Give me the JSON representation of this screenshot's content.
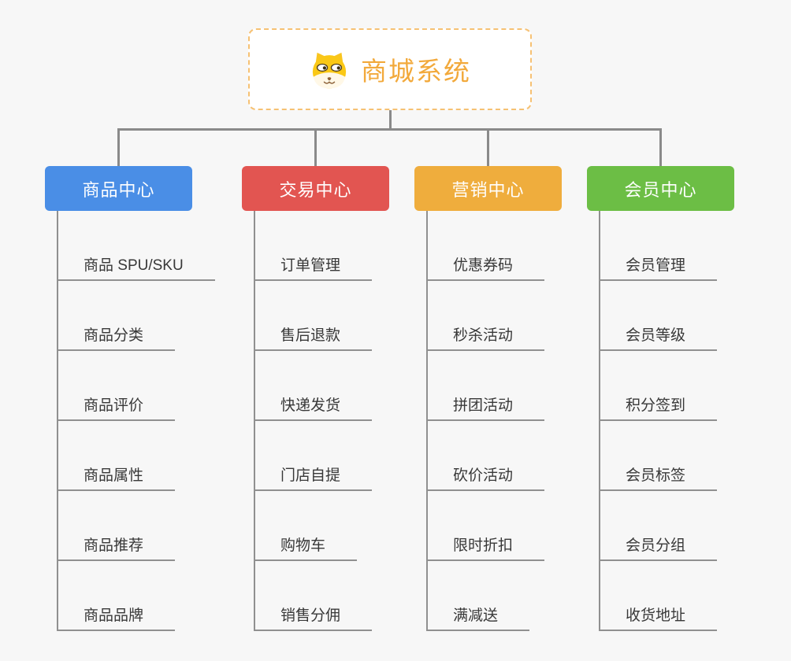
{
  "root": {
    "title": "商城系统",
    "icon": "dog-face"
  },
  "branches": [
    {
      "label": "商品中心",
      "color": "#4A8EE6",
      "children": [
        "商品 SPU/SKU",
        "商品分类",
        "商品评价",
        "商品属性",
        "商品推荐",
        "商品品牌"
      ]
    },
    {
      "label": "交易中心",
      "color": "#E25551",
      "children": [
        "订单管理",
        "售后退款",
        "快递发货",
        "门店自提",
        "购物车",
        "销售分佣"
      ]
    },
    {
      "label": "营销中心",
      "color": "#EFAD3D",
      "children": [
        "优惠券码",
        "秒杀活动",
        "拼团活动",
        "砍价活动",
        "限时折扣",
        "满减送"
      ]
    },
    {
      "label": "会员中心",
      "color": "#6CBE45",
      "children": [
        "会员管理",
        "会员等级",
        "积分签到",
        "会员标签",
        "会员分组",
        "收货地址"
      ]
    }
  ],
  "colors": {
    "background": "#F7F7F7",
    "connector": "#8A8A8A",
    "item_line": "#909090",
    "item_text": "#383838",
    "root_text": "#F2A93B",
    "root_border": "#F6C173",
    "branch_text": "#FFFFFF"
  }
}
